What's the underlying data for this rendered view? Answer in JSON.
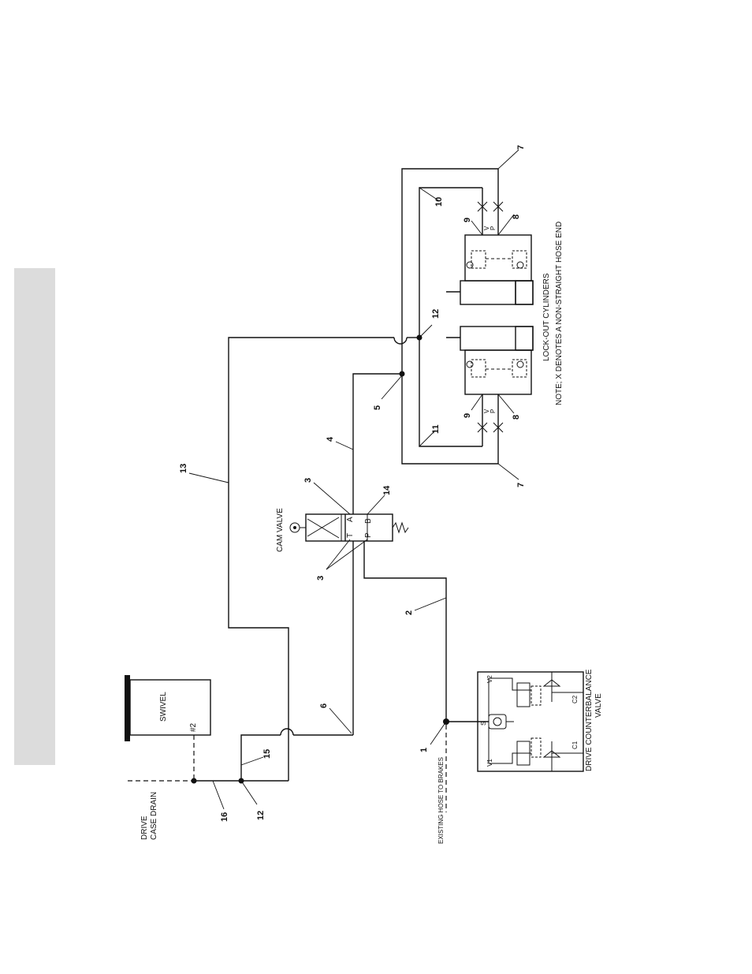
{
  "labels": {
    "drive_case_drain": [
      "DRIVE",
      "CASE DRAIN"
    ],
    "swivel": "SWIVEL",
    "swivel_port": "#2",
    "existing_hose": "EXISTING HOSE TO BRAKES",
    "cam_valve": "CAM VALVE",
    "drive_cbv": [
      "DRIVE COUNTERBALANCE",
      "VALVE"
    ],
    "lockout": "LOCK-OUT CYLINDERS",
    "note": "NOTE; X DENOTES A NON-STRAIGHT HOSE END"
  },
  "ports": {
    "cam_T": "T",
    "cam_A": "A",
    "cam_P": "P",
    "cam_B": "B",
    "cbv_S": "S",
    "cbv_V1": "V1",
    "cbv_V2": "V2",
    "cbv_C1": "C1",
    "cbv_C2": "C2",
    "cyl_V": "V",
    "cyl_P": "P"
  },
  "callouts": {
    "n1": "1",
    "n2": "2",
    "n3": "3",
    "n4": "4",
    "n5": "5",
    "n6": "6",
    "n7": "7",
    "n8": "8",
    "n9": "9",
    "n10": "10",
    "n11": "11",
    "n12": "12",
    "n13": "13",
    "n14": "14",
    "n15": "15",
    "n16": "16"
  }
}
